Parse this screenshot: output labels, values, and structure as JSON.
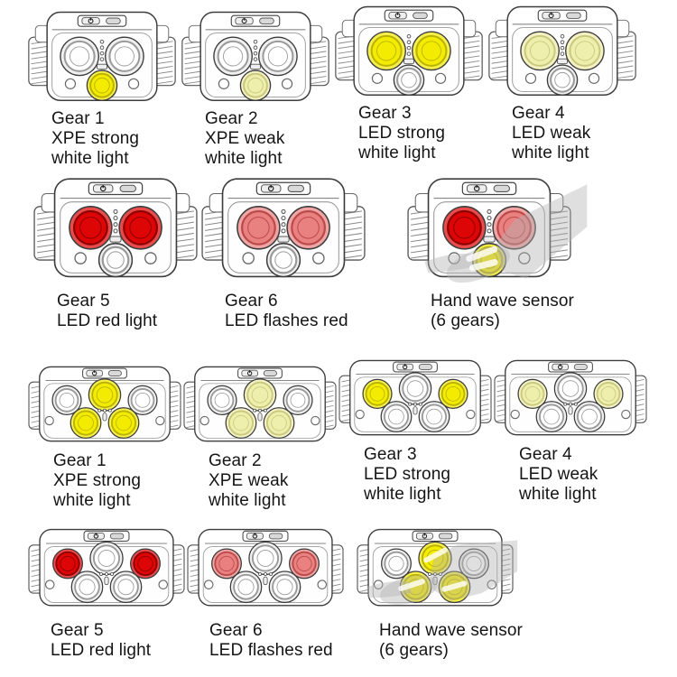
{
  "page": {
    "background": "#ffffff"
  },
  "colors": {
    "outline": "#3d3d3d",
    "detail": "#777777",
    "hand": "#b3b3b3",
    "text": "#151515"
  },
  "light_states": {
    "off": {
      "lens": "#f0f0f0",
      "fill": "#ffffff",
      "ring": "#9a9a9a"
    },
    "strong": {
      "lens": "#f6ef4a",
      "fill": "#f4ec00",
      "ring": "#b9b200"
    },
    "weak": {
      "lens": "#f4f2c2",
      "fill": "#efefad",
      "ring": "#c9c87e"
    },
    "red": {
      "lens": "#e84b4b",
      "fill": "#dd0505",
      "ring": "#8f0000"
    },
    "flash": {
      "lens": "#f0a4a4",
      "fill": "#ea8181",
      "ring": "#bb4a4a"
    }
  },
  "sections": [
    {
      "name": "two-lamp-headlamp",
      "model": "A",
      "rows": [
        {
          "items": [
            {
              "label_lines": [
                "Gear 1",
                "XPE strong",
                "white light"
              ],
              "lights": {
                "top_left": "off",
                "top_right": "off",
                "xpe": "strong"
              },
              "hand": false
            },
            {
              "label_lines": [
                "Gear 2",
                "XPE weak",
                "white light"
              ],
              "lights": {
                "top_left": "off",
                "top_right": "off",
                "xpe": "weak"
              },
              "hand": false
            },
            {
              "label_lines": [
                "Gear 3",
                "LED strong",
                "white light"
              ],
              "lights": {
                "top_left": "strong",
                "top_right": "strong",
                "xpe": "off"
              },
              "hand": false
            },
            {
              "label_lines": [
                "Gear 4",
                "LED weak",
                "white light"
              ],
              "lights": {
                "top_left": "weak",
                "top_right": "weak",
                "xpe": "off"
              },
              "hand": false
            }
          ]
        },
        {
          "items": [
            {
              "label_lines": [
                "Gear 5",
                "LED red light"
              ],
              "lights": {
                "top_left": "red",
                "top_right": "red",
                "xpe": "off"
              },
              "hand": false
            },
            {
              "label_lines": [
                "Gear 6",
                "LED flashes red"
              ],
              "lights": {
                "top_left": "flash",
                "top_right": "flash",
                "xpe": "off"
              },
              "hand": false
            },
            {
              "label_lines": [
                "Hand wave sensor",
                "(6 gears)"
              ],
              "lights": {
                "top_left": "red",
                "top_right": "flash",
                "xpe": "strong"
              },
              "hand": true
            }
          ]
        }
      ]
    },
    {
      "name": "five-lamp-headlamp",
      "model": "B",
      "rows": [
        {
          "items": [
            {
              "label_lines": [
                "Gear 1",
                "XPE strong",
                "white light"
              ],
              "lights": {
                "top_left": "off",
                "top_center": "strong",
                "top_right": "off",
                "bottom_left": "strong",
                "bottom_right": "strong"
              },
              "hand": false
            },
            {
              "label_lines": [
                "Gear 2",
                "XPE weak",
                "white light"
              ],
              "lights": {
                "top_left": "off",
                "top_center": "weak",
                "top_right": "off",
                "bottom_left": "weak",
                "bottom_right": "weak"
              },
              "hand": false
            },
            {
              "label_lines": [
                "Gear 3",
                "LED strong",
                "white light"
              ],
              "lights": {
                "top_left": "strong",
                "top_center": "off",
                "top_right": "strong",
                "bottom_left": "off",
                "bottom_right": "off"
              },
              "hand": false
            },
            {
              "label_lines": [
                "Gear 4",
                "LED weak",
                "white light"
              ],
              "lights": {
                "top_left": "weak",
                "top_center": "off",
                "top_right": "weak",
                "bottom_left": "off",
                "bottom_right": "off"
              },
              "hand": false
            }
          ]
        },
        {
          "items": [
            {
              "label_lines": [
                "Gear 5",
                "LED red light"
              ],
              "lights": {
                "top_left": "red",
                "top_center": "off",
                "top_right": "red",
                "bottom_left": "off",
                "bottom_right": "off"
              },
              "hand": false
            },
            {
              "label_lines": [
                "Gear 6",
                "LED flashes red"
              ],
              "lights": {
                "top_left": "flash",
                "top_center": "off",
                "top_right": "flash",
                "bottom_left": "off",
                "bottom_right": "off"
              },
              "hand": false
            },
            {
              "label_lines": [
                "Hand wave sensor",
                "(6 gears)"
              ],
              "lights": {
                "top_left": "off",
                "top_center": "strong",
                "top_right": "off",
                "bottom_left": "strong",
                "bottom_right": "strong"
              },
              "hand": true
            }
          ]
        }
      ]
    }
  ]
}
